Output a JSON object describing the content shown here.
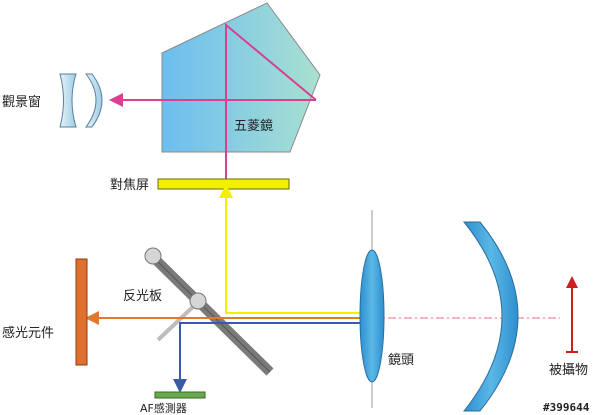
{
  "labels": {
    "viewfinder": "觀景窗",
    "pentaprism": "五菱鏡",
    "focusing_screen": "對焦屏",
    "reflex_mirror": "反光板",
    "sensor": "感光元件",
    "af_sensor": "AF感測器",
    "lens": "鏡頭",
    "subject": "被攝物",
    "watermark": "#399644"
  },
  "colors": {
    "prism_left": "#6cbef0",
    "prism_right": "#a9e0d0",
    "pink_path": "#d94090",
    "yellow_path": "#f0f000",
    "orange_path": "#e07830",
    "blue_path": "#3a5aa8",
    "sensor": "#e07030",
    "af_sensor": "#6aa84f",
    "lens": "#4aa8d8",
    "subject_arrow": "#cc1f1f",
    "mirror": "#7a7a7a"
  }
}
